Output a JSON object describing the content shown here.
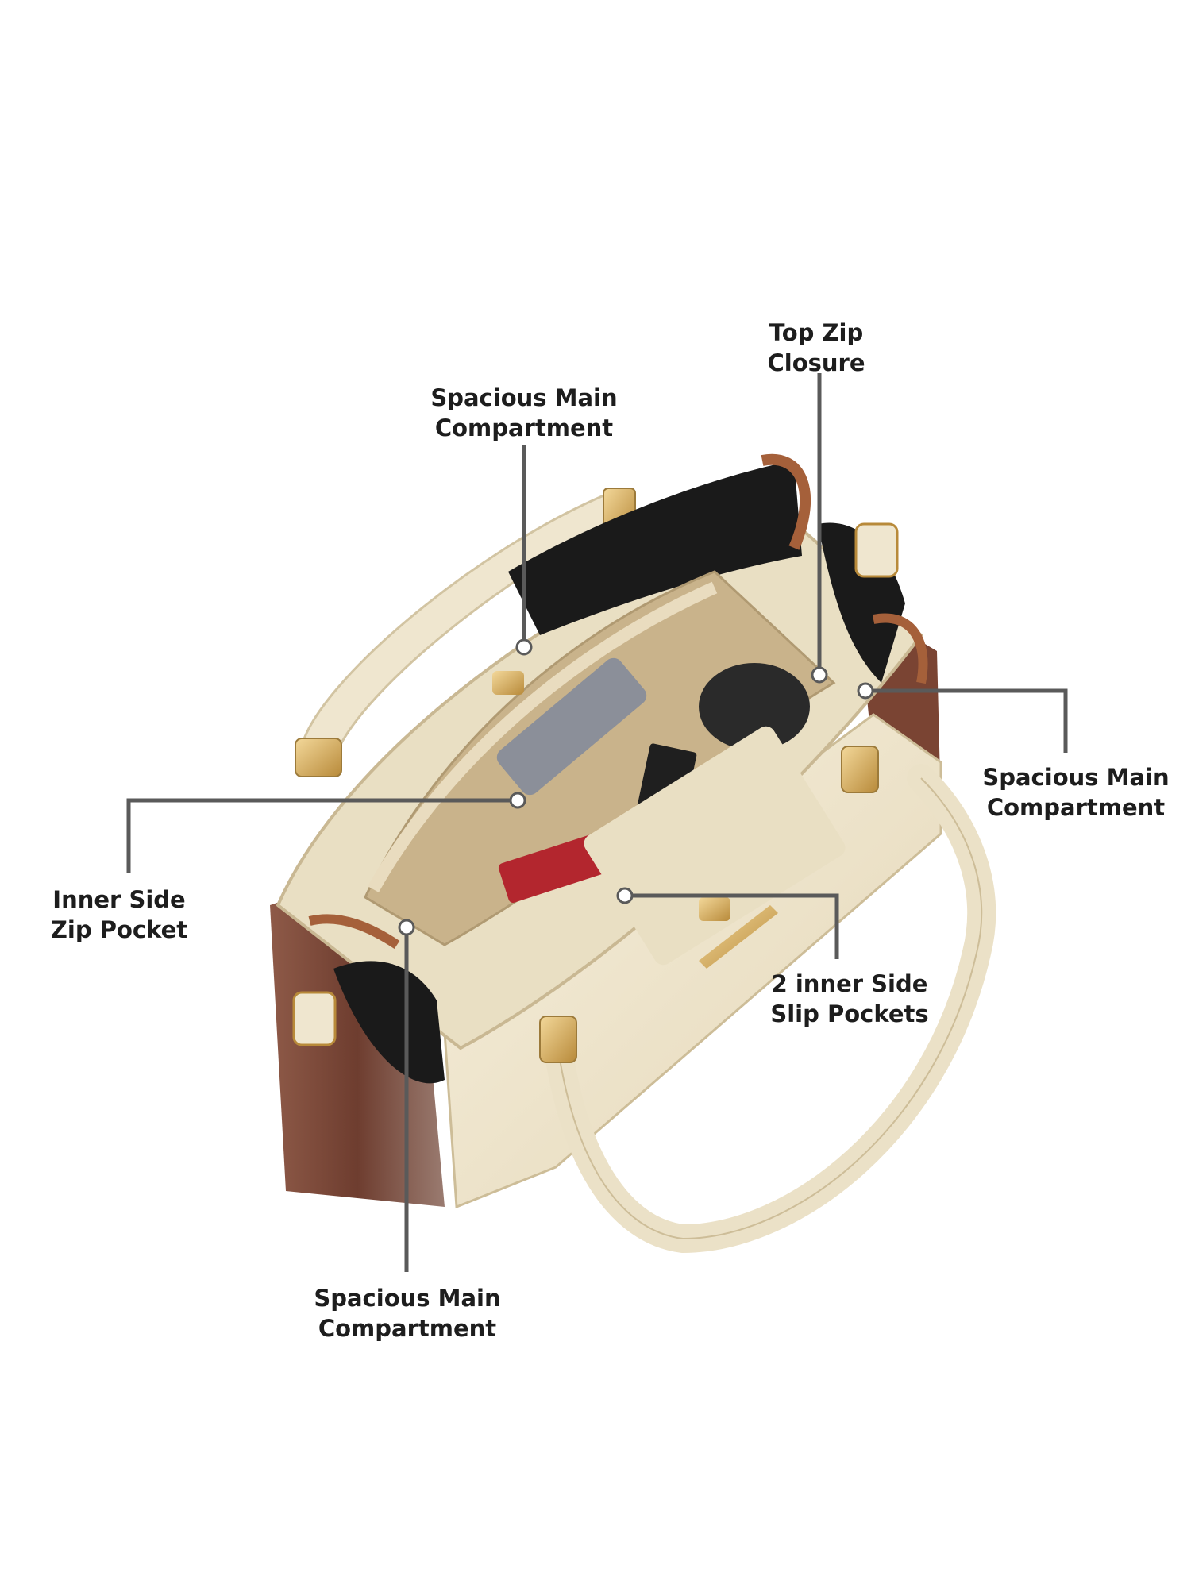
{
  "callouts": {
    "spacious_top": {
      "line1": "Spacious Main",
      "line2": "Compartment"
    },
    "top_zip": {
      "line1": "Top Zip",
      "line2": "Closure"
    },
    "spacious_right": {
      "line1": "Spacious Main",
      "line2": "Compartment"
    },
    "inner_zip": {
      "line1": "Inner Side",
      "line2": "Zip Pocket"
    },
    "slip_pockets": {
      "line1": "2 inner Side",
      "line2": "Slip Pockets"
    },
    "spacious_bottom": {
      "line1": "Spacious Main",
      "line2": "Compartment"
    }
  },
  "colors": {
    "line": "#5a5a5a",
    "cream": "#ede3c9",
    "tan_trim": "#a5603a",
    "brown": "#7d4a3a",
    "interior": "#1a1a1a"
  }
}
